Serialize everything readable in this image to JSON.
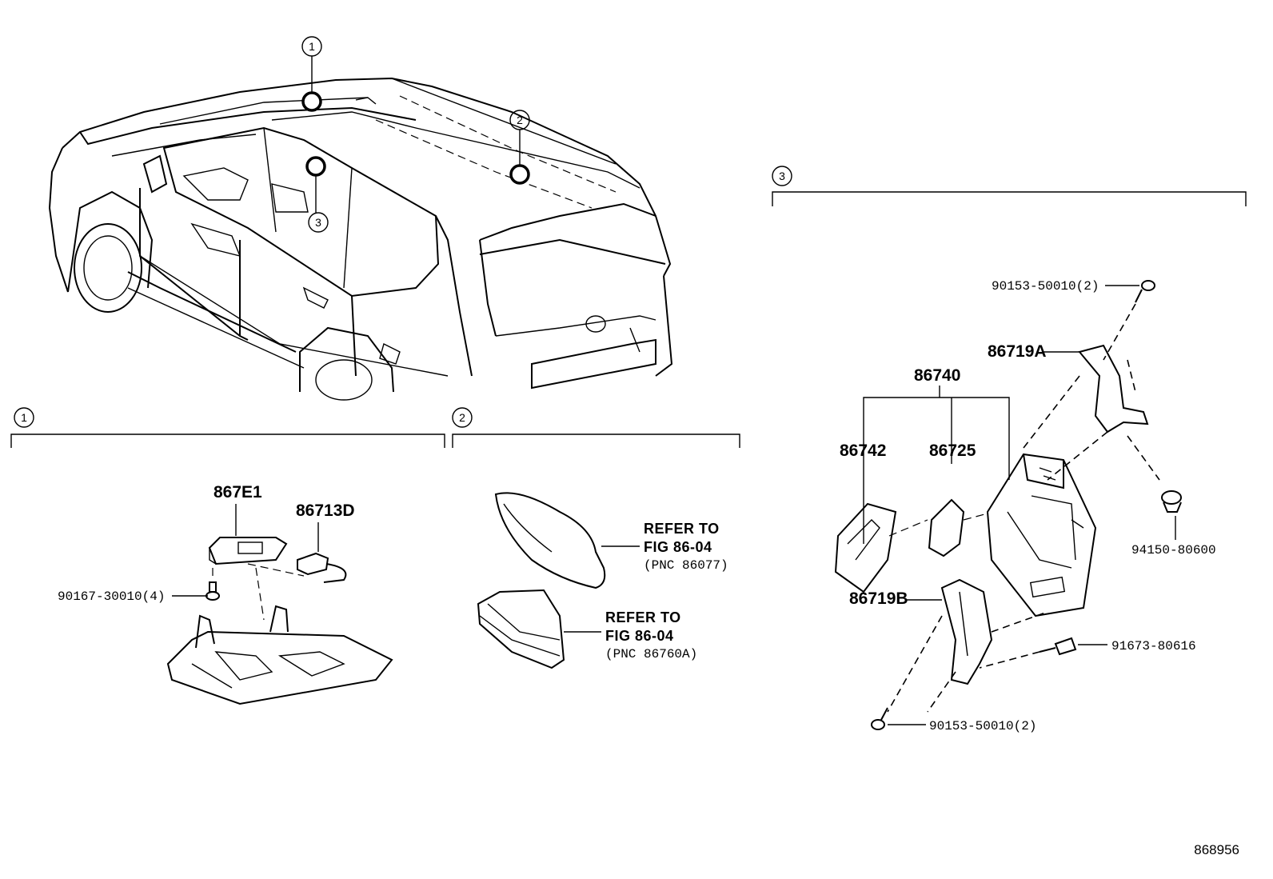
{
  "figure_id": "868956",
  "callouts": {
    "one": "1",
    "two": "2",
    "three": "3"
  },
  "section1": {
    "parts": {
      "p867E1": "867E1",
      "p86713D": "86713D",
      "p90167": "90167-30010(4)"
    }
  },
  "section2": {
    "ref1": {
      "line1": "REFER TO",
      "line2": "FIG 86-04",
      "line3": "(PNC 86077)"
    },
    "ref2": {
      "line1": "REFER TO",
      "line2": "FIG 86-04",
      "line3": "(PNC 86760A)"
    }
  },
  "section3": {
    "parts": {
      "p90153_top": "90153-50010(2)",
      "p86719A": "86719A",
      "p86740": "86740",
      "p86742": "86742",
      "p86725": "86725",
      "p94150": "94150-80600",
      "p86719B": "86719B",
      "p91673": "91673-80616",
      "p90153_bot": "90153-50010(2)"
    }
  }
}
